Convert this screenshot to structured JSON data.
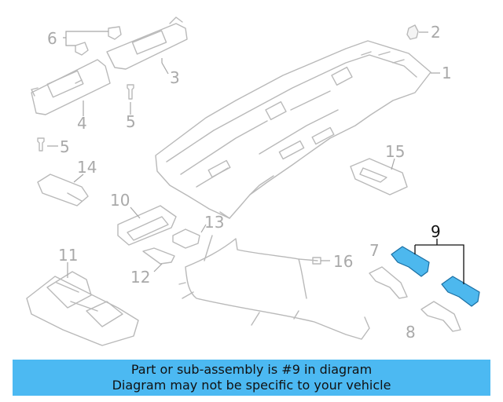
{
  "diagram": {
    "callouts": [
      "1",
      "2",
      "3",
      "4",
      "5",
      "5",
      "6",
      "7",
      "8",
      "9",
      "10",
      "11",
      "12",
      "13",
      "14",
      "15",
      "16"
    ],
    "highlighted_part": "9",
    "highlight_color": "#4db8ee"
  },
  "banner": {
    "line1": "Part or sub-assembly is #9 in diagram",
    "line2": "Diagram may not be specific to your vehicle",
    "background": "#4cb9f2"
  }
}
